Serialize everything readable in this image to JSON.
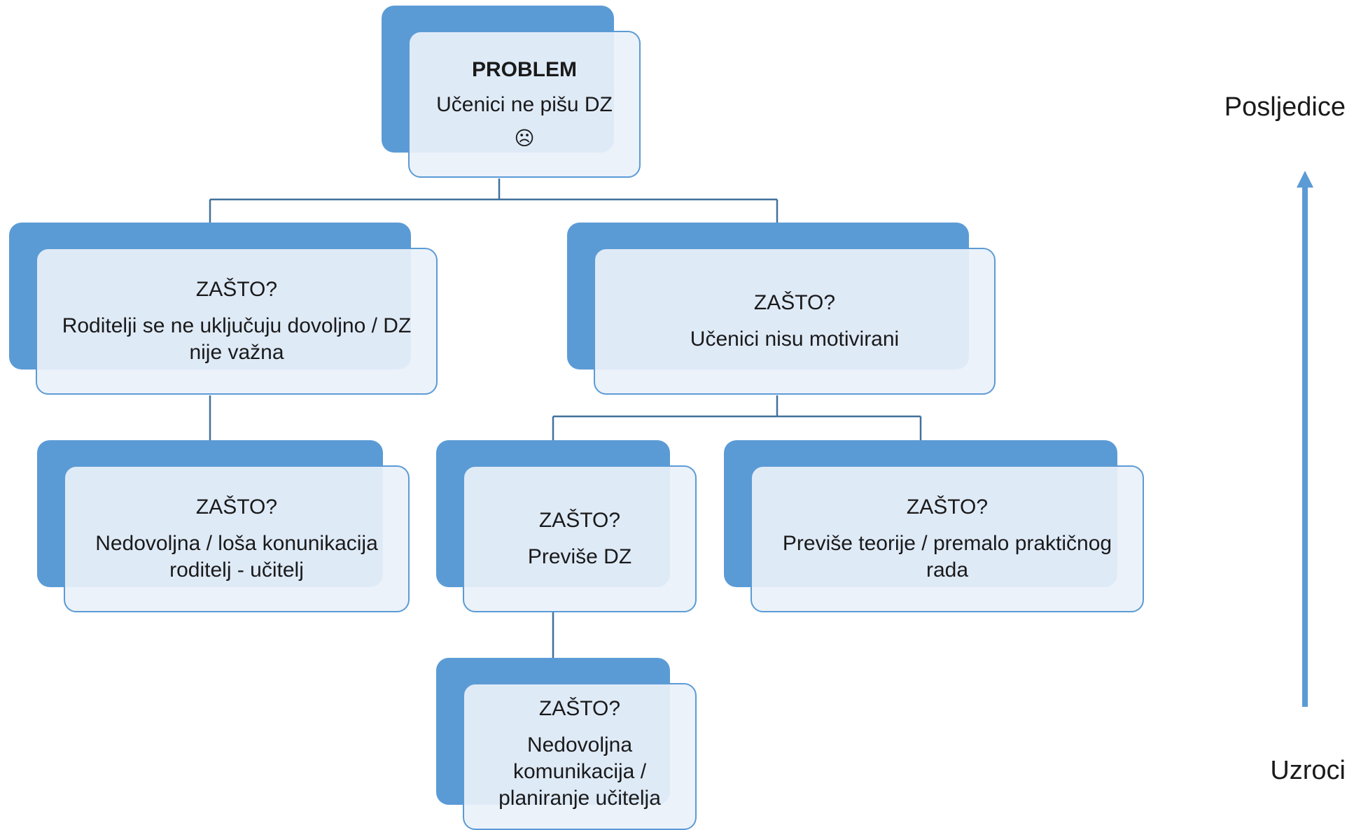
{
  "root": {
    "heading": "PROBLEM",
    "text": "Učenici ne pišu DZ",
    "emoji": "☹"
  },
  "level1": [
    {
      "heading": "ZAŠTO?",
      "text": "Roditelji se ne uključuju dovoljno / DZ nije važna"
    },
    {
      "heading": "ZAŠTO?",
      "text": "Učenici nisu motivirani"
    }
  ],
  "level2": [
    {
      "heading": "ZAŠTO?",
      "text": "Nedovoljna / loša konunikacija roditelj - učitelj"
    },
    {
      "heading": "ZAŠTO?",
      "text": "Previše DZ"
    },
    {
      "heading": "ZAŠTO?",
      "text": "Previše teorije / premalo praktičnog rada"
    }
  ],
  "level3": [
    {
      "heading": "ZAŠTO?",
      "text": "Nedovoljna komunikacija / planiranje učitelja"
    }
  ],
  "axis": {
    "top_label": "Posljedice",
    "bottom_label": "Uzroci",
    "arrow_color": "#5b9bd5"
  },
  "colors": {
    "node_back": "#5b9bd5",
    "node_front": "#eaf1fa",
    "connector": "#41719c"
  }
}
